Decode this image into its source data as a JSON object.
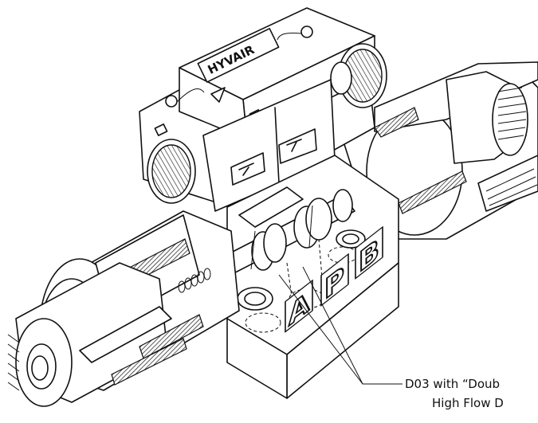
{
  "brand_label": "HYVAIR",
  "port_labels": [
    "A",
    "P",
    "B"
  ],
  "callout": {
    "line1": "D03 with “Doub",
    "line2": "High Flow D"
  },
  "colors": {
    "ink": "#111111",
    "background": "#ffffff"
  }
}
